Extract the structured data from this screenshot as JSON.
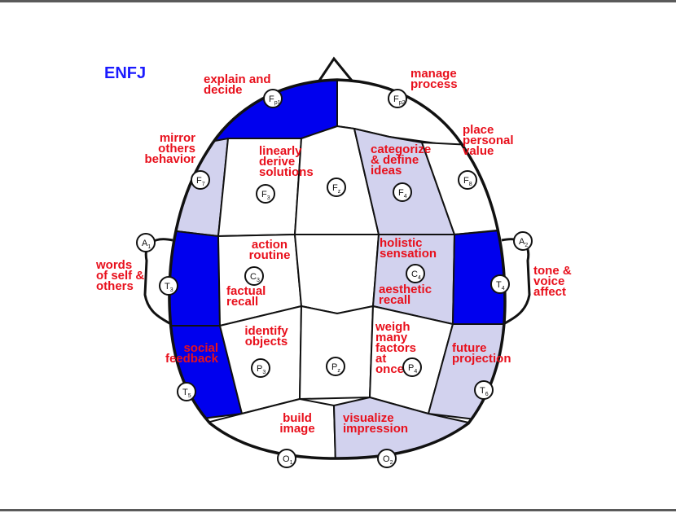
{
  "title": "ENFJ",
  "colors": {
    "title": "#1a1aff",
    "label": "#e8101c",
    "dark_fill": "#0000ee",
    "light_fill": "#d2d2ee",
    "outline": "#111111"
  },
  "labels": [
    {
      "id": "fp1",
      "lines": [
        "explain and",
        "decide"
      ]
    },
    {
      "id": "fp2",
      "lines": [
        "manage",
        "process"
      ]
    },
    {
      "id": "f7",
      "lines": [
        "mirror",
        "others",
        "behavior"
      ]
    },
    {
      "id": "f3",
      "lines": [
        "linearly",
        "derive",
        "solutions"
      ]
    },
    {
      "id": "f4",
      "lines": [
        "categorize",
        "& define",
        "ideas"
      ]
    },
    {
      "id": "f8",
      "lines": [
        "place",
        "personal",
        "value"
      ]
    },
    {
      "id": "t3",
      "lines": [
        "words",
        "of self &",
        "others"
      ]
    },
    {
      "id": "c3a",
      "lines": [
        "action",
        "routine"
      ]
    },
    {
      "id": "c3b",
      "lines": [
        "factual",
        "recall"
      ]
    },
    {
      "id": "c4a",
      "lines": [
        "holistic",
        "sensation"
      ]
    },
    {
      "id": "c4b",
      "lines": [
        "aesthetic",
        "recall"
      ]
    },
    {
      "id": "t4",
      "lines": [
        "tone &",
        "voice",
        "affect"
      ]
    },
    {
      "id": "t5",
      "lines": [
        "social",
        "feedback"
      ]
    },
    {
      "id": "p3",
      "lines": [
        "identify",
        "objects"
      ]
    },
    {
      "id": "p4",
      "lines": [
        "weigh",
        "many",
        "factors",
        "at",
        "once"
      ]
    },
    {
      "id": "t6",
      "lines": [
        "future",
        "projection"
      ]
    },
    {
      "id": "o1",
      "lines": [
        "build",
        "image"
      ]
    },
    {
      "id": "o2",
      "lines": [
        "visualize",
        "impression"
      ]
    }
  ],
  "electrodes": [
    {
      "id": "fp1",
      "main": "F",
      "sub": "p1"
    },
    {
      "id": "fp2",
      "main": "F",
      "sub": "p2"
    },
    {
      "id": "f7",
      "main": "F",
      "sub": "7"
    },
    {
      "id": "f3",
      "main": "F",
      "sub": "3"
    },
    {
      "id": "fz",
      "main": "F",
      "sub": "z"
    },
    {
      "id": "f4",
      "main": "F",
      "sub": "4"
    },
    {
      "id": "f8",
      "main": "F",
      "sub": "8"
    },
    {
      "id": "a1",
      "main": "A",
      "sub": "1"
    },
    {
      "id": "a2",
      "main": "A",
      "sub": "2"
    },
    {
      "id": "t3",
      "main": "T",
      "sub": "3"
    },
    {
      "id": "c3",
      "main": "C",
      "sub": "3"
    },
    {
      "id": "c4",
      "main": "C",
      "sub": "4"
    },
    {
      "id": "t4",
      "main": "T",
      "sub": "4"
    },
    {
      "id": "t5",
      "main": "T",
      "sub": "5"
    },
    {
      "id": "p3",
      "main": "P",
      "sub": "3"
    },
    {
      "id": "pz",
      "main": "P",
      "sub": "z"
    },
    {
      "id": "p4",
      "main": "P",
      "sub": "4"
    },
    {
      "id": "t6",
      "main": "T",
      "sub": "6"
    },
    {
      "id": "o1",
      "main": "O",
      "sub": "1"
    },
    {
      "id": "o2",
      "main": "O",
      "sub": "2"
    }
  ],
  "regions": [
    {
      "id": "fp1",
      "shade": "dark"
    },
    {
      "id": "fp2",
      "shade": "none"
    },
    {
      "id": "f7",
      "shade": "light"
    },
    {
      "id": "f3",
      "shade": "none"
    },
    {
      "id": "fz",
      "shade": "none"
    },
    {
      "id": "f4",
      "shade": "light"
    },
    {
      "id": "f8",
      "shade": "none"
    },
    {
      "id": "t3",
      "shade": "dark"
    },
    {
      "id": "c3",
      "shade": "none"
    },
    {
      "id": "cz",
      "shade": "none"
    },
    {
      "id": "c4",
      "shade": "light"
    },
    {
      "id": "t4",
      "shade": "dark"
    },
    {
      "id": "t5",
      "shade": "dark"
    },
    {
      "id": "p3",
      "shade": "none"
    },
    {
      "id": "pz",
      "shade": "none"
    },
    {
      "id": "p4",
      "shade": "none"
    },
    {
      "id": "t6",
      "shade": "light"
    },
    {
      "id": "o1",
      "shade": "none"
    },
    {
      "id": "o2",
      "shade": "light"
    }
  ]
}
